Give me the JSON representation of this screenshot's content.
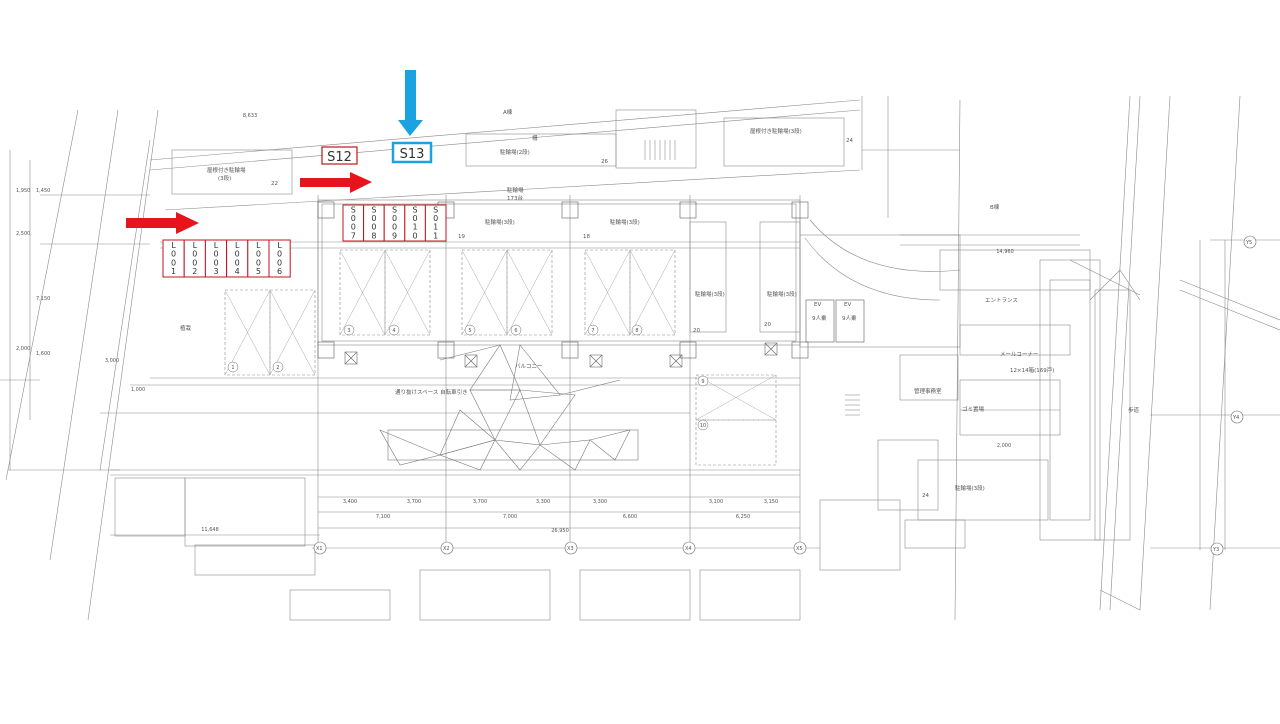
{
  "markers": {
    "s12": "S12",
    "s13": "S13",
    "stall_rows": [
      {
        "prefix": "S",
        "codes": [
          "007",
          "008",
          "009",
          "010",
          "011"
        ]
      },
      {
        "prefix": "L",
        "codes": [
          "001",
          "002",
          "003",
          "004",
          "005",
          "006"
        ]
      }
    ]
  },
  "plan": {
    "top_road": "A棟",
    "building_b": "B棟",
    "bike_top_left": "屋根付き駐輪場",
    "bike_top_left_sub": "(3段)",
    "bike_top_mid": "駐輪場(2段)",
    "bike_top_right": "屋根付き駐輪場(3段)",
    "bike_mid": "駐輪場",
    "bike_mid_count": "173台",
    "bike_rows": [
      "駐輪場(3段)",
      "駐輪場(3段)"
    ],
    "bike_right_a": "駐輪場(3段)",
    "bike_right_b": "駐輪場(3段)",
    "bike_bottom": "駐輪場(3段)",
    "entrance": "エントランス",
    "mail_corner": "メールコーナー",
    "mail_size": "12×14箱(169戸)",
    "manager_room": "管理事務室",
    "gomi": "ゴミ置場",
    "balcony": "バルコニー",
    "passage": "通り抜けスペース 自転車引き",
    "pedestrian": "歩道",
    "garden": "植栽",
    "fence": "柵",
    "counts": {
      "top_left": "22",
      "top_right": "24",
      "top_mid": "26",
      "mid_a": "19",
      "mid_b": "18",
      "right_a": "20",
      "right_b": "20",
      "bottom": "24"
    },
    "dims_row1": [
      "3,400",
      "3,700",
      "3,700",
      "3,300",
      "3,300",
      "3,100",
      "3,150"
    ],
    "dims_row2": [
      "7,100",
      "7,000",
      "6,600",
      "6,250"
    ],
    "dims_total": "26,950",
    "axis_labels": [
      "X1",
      "X2",
      "X3",
      "X4",
      "X5"
    ],
    "y_labels": [
      "Y4",
      "Y3",
      "Y5"
    ],
    "left_dims": [
      "1,950",
      "1,450",
      "2,500",
      "7,150",
      "2,000",
      "1,600"
    ],
    "dim_8633": "8,633",
    "dim_11648": "11,648",
    "dim_3000": "3,000",
    "dim_1000": "1,000",
    "dim_2000": "2,000",
    "dim_14960": "14,960",
    "parking_nums": [
      "1",
      "2",
      "3",
      "4",
      "5",
      "6",
      "7",
      "8",
      "9",
      "10"
    ],
    "ev": "EV",
    "ev_sub": "9人乗"
  },
  "colors": {
    "red_arrow": "#e8141b",
    "blue_arrow": "#1aa3e0",
    "marker_red": "#c0141b",
    "marker_blue": "#1aa3e0",
    "line": "#8a8a8a",
    "line_dark": "#5a5a5a"
  }
}
